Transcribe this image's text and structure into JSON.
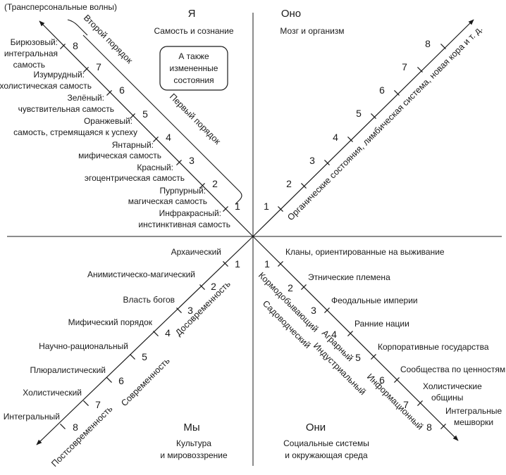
{
  "colors": {
    "ink": "#1a1a1a",
    "background": "#ffffff"
  },
  "quadrants": {
    "ul": {
      "title": "Я",
      "subtitle": "Самость и сознание",
      "note": [
        "А также",
        "измененные",
        "состояния"
      ]
    },
    "ur": {
      "title": "Оно",
      "subtitle": "Мозг и организм"
    },
    "ll": {
      "title": "Мы",
      "subtitle": [
        "Культура",
        "и мировоззрение"
      ]
    },
    "lr": {
      "title": "Они",
      "subtitle": [
        "Социальные системы",
        "и окружающая среда"
      ]
    }
  },
  "ul_axis": {
    "title": "(Трансперсональные волны)",
    "first_order": "Первый порядок",
    "second_order": "Второй порядок",
    "levels": [
      {
        "n": "1",
        "lines": [
          "Инфракрасный:",
          "инстинктивная самость"
        ]
      },
      {
        "n": "2",
        "lines": [
          "Пурпурный:",
          "магическая самость"
        ]
      },
      {
        "n": "3",
        "lines": [
          "Красный:",
          "эгоцентрическая самость"
        ]
      },
      {
        "n": "4",
        "lines": [
          "Янтарный:",
          "мифическая самость"
        ]
      },
      {
        "n": "5",
        "lines": [
          "Оранжевый:",
          "самость, стремящаяся к успеху"
        ]
      },
      {
        "n": "6",
        "lines": [
          "Зелёный:",
          "чувствительная самость"
        ]
      },
      {
        "n": "7",
        "lines": [
          "Изумрудный:",
          "холистическая самость"
        ]
      },
      {
        "n": "8",
        "lines": [
          "Бирюзовый:",
          "интегральная",
          "самость"
        ]
      }
    ]
  },
  "ur_axis": {
    "label": "Органические состояния, лимбическая система, новая кора и т. д.",
    "levels": [
      "1",
      "2",
      "3",
      "4",
      "5",
      "6",
      "7",
      "8"
    ]
  },
  "ll_axis": {
    "levels": [
      {
        "n": "1",
        "label": "Архаический"
      },
      {
        "n": "2",
        "label": "Анимистическо-магический"
      },
      {
        "n": "3",
        "label": "Власть богов"
      },
      {
        "n": "4",
        "label": "Мифический порядок"
      },
      {
        "n": "5",
        "label": "Научно-рациональный"
      },
      {
        "n": "6",
        "label": "Плюралистический"
      },
      {
        "n": "7",
        "label": "Холистический"
      },
      {
        "n": "8",
        "label": "Интегральный"
      }
    ],
    "eras": [
      "Досовременность",
      "Современность",
      "Постсовременность"
    ]
  },
  "lr_axis": {
    "levels": [
      {
        "n": "1",
        "lines": [
          "Кланы, ориентированные на выживание"
        ]
      },
      {
        "n": "2",
        "lines": [
          "Этнические племена"
        ]
      },
      {
        "n": "3",
        "lines": [
          "Феодальные империи"
        ]
      },
      {
        "n": "4",
        "lines": [
          "Ранние нации"
        ]
      },
      {
        "n": "5",
        "lines": [
          "Корпоративные государства"
        ]
      },
      {
        "n": "6",
        "lines": [
          "Сообщества по ценностям"
        ]
      },
      {
        "n": "7",
        "lines": [
          "Холистические",
          "общины"
        ]
      },
      {
        "n": "8",
        "lines": [
          "Интегральные",
          "мешворки"
        ]
      }
    ],
    "modes": [
      "Кормодобывающий",
      "Садоводческий",
      "Аграрный",
      "Индустриальный",
      "Информационный"
    ]
  }
}
